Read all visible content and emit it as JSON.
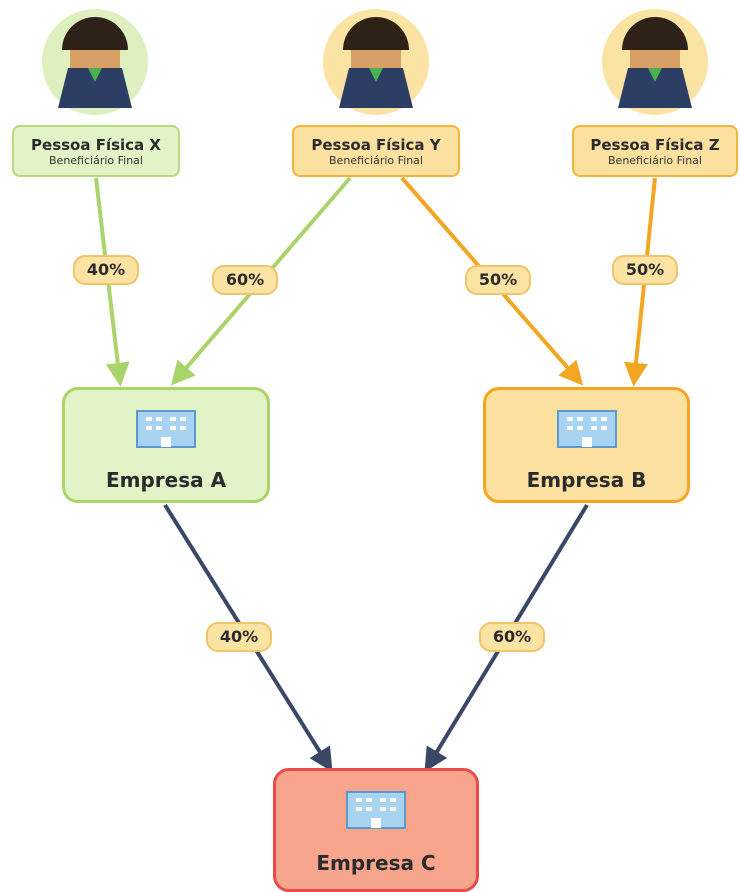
{
  "persons": [
    {
      "id": "x",
      "name": "Pessoa Física X",
      "role": "Beneficiário Final",
      "circle": "#dff0c0",
      "fill": "#e2f3c8",
      "border": "#b7da7a"
    },
    {
      "id": "y",
      "name": "Pessoa Física Y",
      "role": "Beneficiário Final",
      "circle": "#fbe3a4",
      "fill": "#fbe0a0",
      "border": "#f2b53c"
    },
    {
      "id": "z",
      "name": "Pessoa Física Z",
      "role": "Beneficiário Final",
      "circle": "#fbe3a4",
      "fill": "#fbe0a0",
      "border": "#f2b53c"
    }
  ],
  "companies": [
    {
      "id": "a",
      "name": "Empresa A",
      "fill": "#e2f3c8",
      "border": "#a9d46a"
    },
    {
      "id": "b",
      "name": "Empresa B",
      "fill": "#fbe0a0",
      "border": "#f2a623"
    },
    {
      "id": "c",
      "name": "Empresa C",
      "fill": "#f7a58c",
      "border": "#e84a4a"
    }
  ],
  "ownership": [
    {
      "from": "x",
      "to": "a",
      "label": "40%",
      "color": "#a9d46a"
    },
    {
      "from": "y",
      "to": "a",
      "label": "60%",
      "color": "#a9d46a"
    },
    {
      "from": "y",
      "to": "b",
      "label": "50%",
      "color": "#f2a623"
    },
    {
      "from": "z",
      "to": "b",
      "label": "50%",
      "color": "#f2a623"
    },
    {
      "from": "a",
      "to": "c",
      "label": "40%",
      "color": "#3a4766"
    },
    {
      "from": "b",
      "to": "c",
      "label": "60%",
      "color": "#3a4766"
    }
  ]
}
